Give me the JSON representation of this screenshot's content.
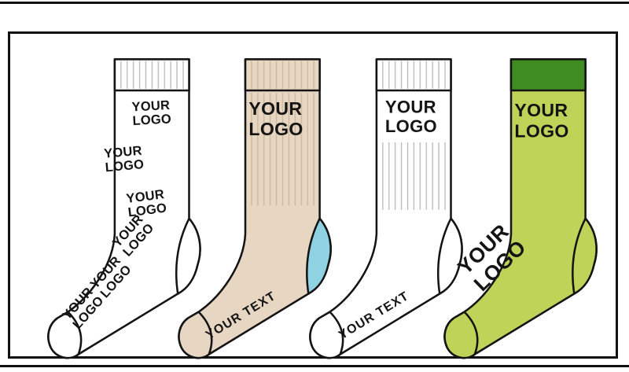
{
  "labels": {
    "your": "YOUR",
    "logo": "LOGO",
    "your_text": "YOUR TEXT"
  },
  "socks": [
    {
      "style": "white crew sock with repeated logo",
      "body": "#ffffff",
      "cuff": "#ffffff",
      "heel": "#ffffff",
      "toe": "#ffffff"
    },
    {
      "style": "beige crew sock with blue heel",
      "body": "#e7d6c1",
      "cuff": "#e7d6c1",
      "heel": "#8fd2e2",
      "toe": "#e7d6c1"
    },
    {
      "style": "white ribbed crew sock",
      "body": "#ffffff",
      "cuff": "#ffffff",
      "heel": "#ffffff",
      "toe": "#ffffff"
    },
    {
      "style": "lime crew sock with green cuff",
      "body": "#bed357",
      "cuff": "#3f8d20",
      "heel": "#bed357",
      "toe": "#bed357"
    }
  ]
}
